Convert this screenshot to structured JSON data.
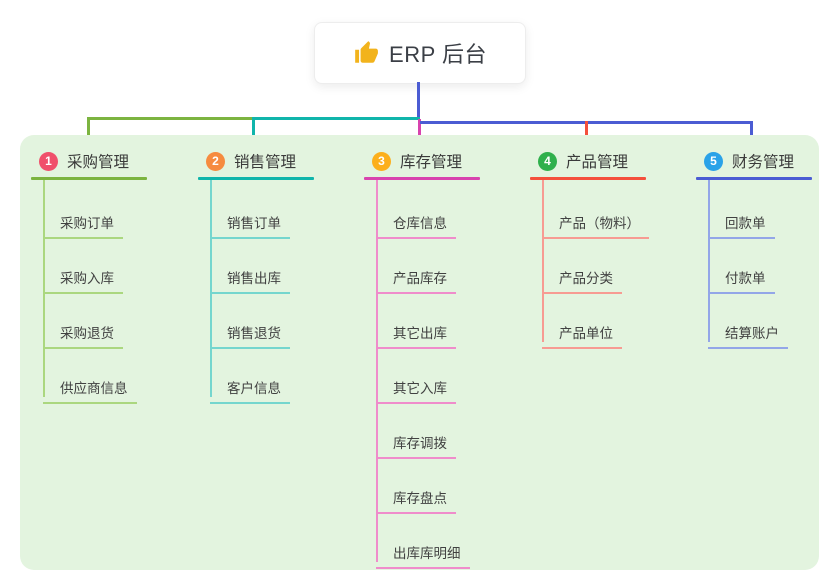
{
  "root": {
    "label": "ERP 后台",
    "icon": "thumbs-up",
    "icon_color": "#f2b31c",
    "box_bg": "#ffffff"
  },
  "panel": {
    "bg": "#e3f4df"
  },
  "connectors": {
    "stem_color": "#4b5cd3"
  },
  "branches": [
    {
      "number": "1",
      "label": "采购管理",
      "badge_color": "#f0506b",
      "line_color": "#7cb440",
      "light_color": "#abd77f",
      "items": [
        "采购订单",
        "采购入库",
        "采购退货",
        "供应商信息"
      ]
    },
    {
      "number": "2",
      "label": "销售管理",
      "badge_color": "#f68b3f",
      "line_color": "#10b5ab",
      "light_color": "#75d6ce",
      "items": [
        "销售订单",
        "销售出库",
        "销售退货",
        "客户信息"
      ]
    },
    {
      "number": "3",
      "label": "库存管理",
      "badge_color": "#fcaf1c",
      "line_color": "#d843ae",
      "light_color": "#ef8ccb",
      "items": [
        "仓库信息",
        "产品库存",
        "其它出库",
        "其它入库",
        "库存调拨",
        "库存盘点",
        "出库库明细"
      ]
    },
    {
      "number": "4",
      "label": "产品管理",
      "badge_color": "#2fb04c",
      "line_color": "#f4503c",
      "light_color": "#f79b92",
      "items": [
        "产品（物料）",
        "产品分类",
        "产品单位"
      ]
    },
    {
      "number": "5",
      "label": "财务管理",
      "badge_color": "#2aa2e8",
      "line_color": "#4b5cd3",
      "light_color": "#93a6e8",
      "items": [
        "回款单",
        "付款单",
        "结算账户"
      ]
    }
  ]
}
